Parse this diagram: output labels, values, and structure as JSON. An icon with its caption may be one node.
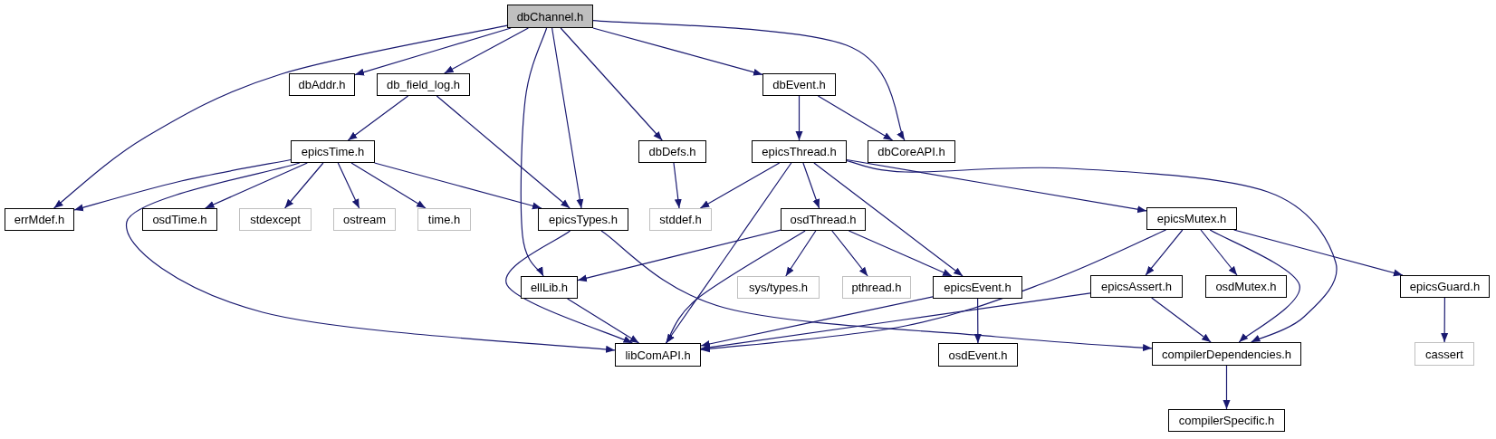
{
  "diagram": {
    "nodes": [
      {
        "text": [
          "dbChannel.h"
        ]
      },
      {
        "text": [
          "dbAddr.h"
        ]
      },
      {
        "text": [
          "db_field_log.h"
        ]
      },
      {
        "text": [
          "dbEvent.h"
        ]
      },
      {
        "text": [
          "epicsTime.h"
        ]
      },
      {
        "text": [
          "dbDefs.h"
        ]
      },
      {
        "text": [
          "epicsThread.h"
        ]
      },
      {
        "text": [
          "dbCoreAPI.h"
        ]
      },
      {
        "text": [
          "errMdef.h"
        ]
      },
      {
        "text": [
          "osdTime.h"
        ]
      },
      {
        "text": [
          "stdexcept"
        ]
      },
      {
        "text": [
          "ostream"
        ]
      },
      {
        "text": [
          "time.h"
        ]
      },
      {
        "text": [
          "epicsTypes.h"
        ]
      },
      {
        "text": [
          "stddef.h"
        ]
      },
      {
        "text": [
          "osdThread.h"
        ]
      },
      {
        "text": [
          "epicsMutex.h"
        ]
      },
      {
        "text": [
          "ellLib.h"
        ]
      },
      {
        "text": [
          "sys/types.h"
        ]
      },
      {
        "text": [
          "pthread.h"
        ]
      },
      {
        "text": [
          "epicsEvent.h"
        ]
      },
      {
        "text": [
          "epicsAssert.h"
        ]
      },
      {
        "text": [
          "osdMutex.h"
        ]
      },
      {
        "text": [
          "epicsGuard.h"
        ]
      },
      {
        "text": [
          "libComAPI.h"
        ]
      },
      {
        "text": [
          "osdEvent.h"
        ]
      },
      {
        "text": [
          "compilerDependencies.h"
        ]
      },
      {
        "text": [
          "cassert"
        ]
      },
      {
        "text": [
          "compilerSpecific.h"
        ]
      }
    ],
    "edges": [
      {
        "from": 0,
        "to": 8,
        "arrow": "to"
      },
      {
        "from": 0,
        "to": 1,
        "arrow": "to"
      },
      {
        "from": 0,
        "to": 2,
        "arrow": "to"
      },
      {
        "from": 0,
        "to": 17,
        "arrow": "to"
      },
      {
        "from": 0,
        "to": 13,
        "arrow": "to"
      },
      {
        "from": 0,
        "to": 5,
        "arrow": "to"
      },
      {
        "from": 0,
        "to": 3,
        "arrow": "to"
      },
      {
        "from": 0,
        "to": 7,
        "arrow": "to"
      },
      {
        "from": 2,
        "to": 4,
        "arrow": "to"
      },
      {
        "from": 2,
        "to": 13,
        "arrow": "to"
      },
      {
        "from": 4,
        "to": 8,
        "arrow": "to"
      },
      {
        "from": 4,
        "to": 9,
        "arrow": "to"
      },
      {
        "from": 4,
        "to": 10,
        "arrow": "to"
      },
      {
        "from": 4,
        "to": 11,
        "arrow": "to"
      },
      {
        "from": 4,
        "to": 12,
        "arrow": "to"
      },
      {
        "from": 4,
        "to": 13,
        "arrow": "to"
      },
      {
        "from": 4,
        "to": 24,
        "arrow": "to"
      },
      {
        "from": 3,
        "to": 6,
        "arrow": "to"
      },
      {
        "from": 3,
        "to": 7,
        "arrow": "to"
      },
      {
        "from": 5,
        "to": 14,
        "arrow": "to"
      },
      {
        "from": 6,
        "to": 14,
        "arrow": "to"
      },
      {
        "from": 6,
        "to": 24,
        "arrow": "to"
      },
      {
        "from": 6,
        "to": 15,
        "arrow": "to"
      },
      {
        "from": 6,
        "to": 20,
        "arrow": "to"
      },
      {
        "from": 6,
        "to": 16,
        "arrow": "to"
      },
      {
        "from": 6,
        "to": 26,
        "arrow": "to"
      },
      {
        "from": 13,
        "to": 24,
        "arrow": "to"
      },
      {
        "from": 13,
        "to": 26,
        "arrow": "to"
      },
      {
        "from": 15,
        "to": 17,
        "arrow": "to"
      },
      {
        "from": 15,
        "to": 24,
        "arrow": "to"
      },
      {
        "from": 15,
        "to": 18,
        "arrow": "to"
      },
      {
        "from": 15,
        "to": 19,
        "arrow": "to"
      },
      {
        "from": 15,
        "to": 20,
        "arrow": "to"
      },
      {
        "from": 17,
        "to": 24,
        "arrow": "to"
      },
      {
        "from": 20,
        "to": 24,
        "arrow": "to"
      },
      {
        "from": 20,
        "to": 25,
        "arrow": "to"
      },
      {
        "from": 16,
        "to": 24,
        "arrow": "to"
      },
      {
        "from": 16,
        "to": 21,
        "arrow": "to"
      },
      {
        "from": 16,
        "to": 22,
        "arrow": "to"
      },
      {
        "from": 16,
        "to": 26,
        "arrow": "to"
      },
      {
        "from": 16,
        "to": 23,
        "arrow": "to"
      },
      {
        "from": 21,
        "to": 24,
        "arrow": "to"
      },
      {
        "from": 21,
        "to": 26,
        "arrow": "to"
      },
      {
        "from": 26,
        "to": 28,
        "arrow": "to"
      },
      {
        "from": 23,
        "to": 27,
        "arrow": "to"
      }
    ]
  }
}
